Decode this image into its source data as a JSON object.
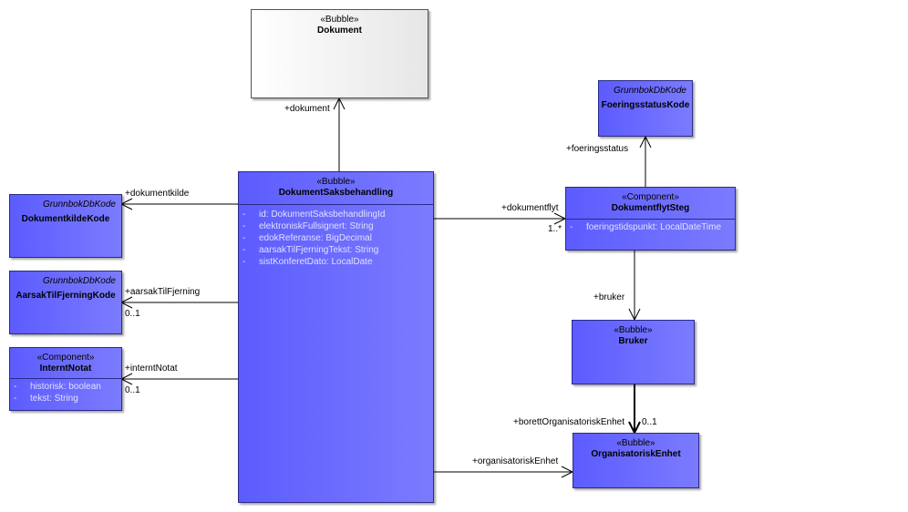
{
  "classes": {
    "dokument": {
      "stereotype": "«Bubble»",
      "name": "Dokument"
    },
    "dokument_saksbehandling": {
      "stereotype": "«Bubble»",
      "name": "DokumentSaksbehandling",
      "attributes": [
        "id: DokumentSaksbehandlingId",
        "elektroniskFullsignert: String",
        "edokReferanse: BigDecimal",
        "aarsakTilFjerningTekst: String",
        "sistKonferetDato: LocalDate"
      ]
    },
    "dokumentkilde_kode": {
      "stereotype": "GrunnbokDbKode",
      "name": "DokumentkildeKode"
    },
    "aarsak_til_fjerning_kode": {
      "stereotype": "GrunnbokDbKode",
      "name": "AarsakTilFjerningKode"
    },
    "internt_notat": {
      "stereotype": "«Component»",
      "name": "InterntNotat",
      "attributes": [
        "historisk: boolean",
        "tekst: String"
      ]
    },
    "foeringsstatus_kode": {
      "stereotype": "GrunnbokDbKode",
      "name": "FoeringsstatusKode"
    },
    "dokumentflyt_steg": {
      "stereotype": "«Component»",
      "name": "DokumentflytSteg",
      "attributes": [
        "foeringstidspunkt: LocalDateTime"
      ]
    },
    "bruker": {
      "stereotype": "«Bubble»",
      "name": "Bruker"
    },
    "organisatorisk_enhet": {
      "stereotype": "«Bubble»",
      "name": "OrganisatoriskEnhet"
    }
  },
  "attribute_prefix": "-",
  "associations": {
    "dokument": {
      "role": "+dokument"
    },
    "dokumentkilde": {
      "role": "+dokumentkilde"
    },
    "aarsak": {
      "role": "+aarsakTilFjerning",
      "multiplicity": "0..1"
    },
    "internt_notat": {
      "role": "+interntNotat",
      "multiplicity": "0..1"
    },
    "dokumentflyt": {
      "role": "+dokumentflyt",
      "multiplicity": "1..*"
    },
    "foeringsstatus": {
      "role": "+foeringsstatus"
    },
    "bruker": {
      "role": "+bruker"
    },
    "borett": {
      "role": "+borettOrganisatoriskEnhet",
      "multiplicity": "0..1"
    },
    "organisatorisk_enhet": {
      "role": "+organisatoriskEnhet"
    }
  },
  "colors": {
    "class_fill": "#6a6aff",
    "line": "#000000",
    "attribute_text": "#e0e0ff"
  }
}
